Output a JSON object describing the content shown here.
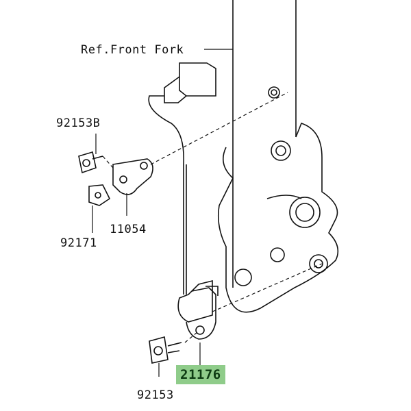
{
  "diagram": {
    "reference_label": "Ref.Front Fork",
    "parts": [
      {
        "number": "92153B"
      },
      {
        "number": "11054"
      },
      {
        "number": "92171"
      },
      {
        "number": "21176",
        "highlighted": true
      },
      {
        "number": "92153"
      }
    ],
    "highlight_color": "#8fcc8a"
  }
}
